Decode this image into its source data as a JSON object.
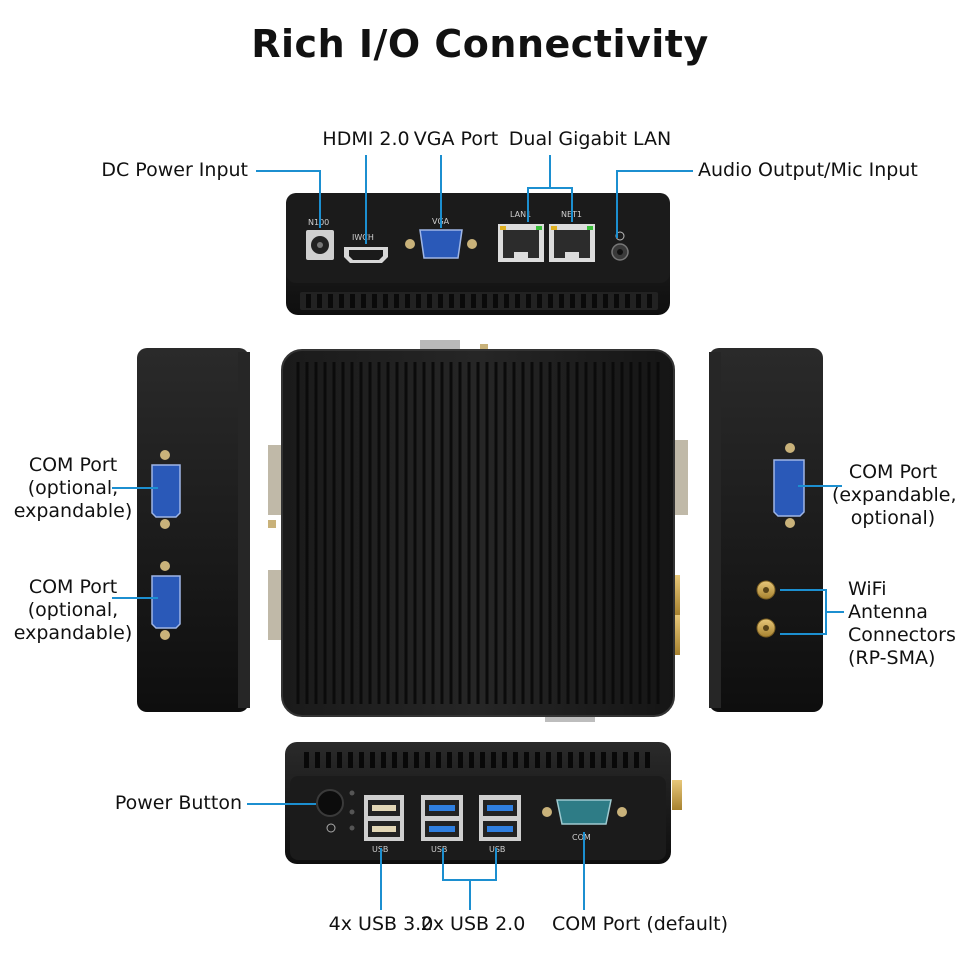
{
  "title": "Rich I/O Connectivity",
  "labels": {
    "dc_power": "DC Power Input",
    "hdmi": "HDMI 2.0",
    "vga": "VGA Port",
    "dual_lan": "Dual Gigabit LAN",
    "audio": "Audio Output/Mic Input",
    "com_left_top": [
      "COM Port",
      "(optional,",
      "expandable)"
    ],
    "com_left_bottom": [
      "COM Port",
      "(optional,",
      "expandable)"
    ],
    "com_right": [
      "COM Port",
      "(expandable,",
      "optional)"
    ],
    "wifi": [
      "WiFi",
      "Antenna",
      "Connectors",
      "(RP-SMA)"
    ],
    "power_button": "Power Button",
    "usb3": "4x USB 3.0",
    "usb2": "2x USB 2.0",
    "com_default": "COM Port (default)"
  },
  "panel_text": {
    "dc": "N100",
    "hdmi": "IWCH",
    "vga": "VGA",
    "lan1": "LAN1",
    "lan2": "NET1",
    "usb_a": "USB",
    "usb_b": "USB",
    "usb_c": "USB",
    "com": "COM"
  },
  "colors": {
    "leader": "#1c8fd0",
    "body": "#161616",
    "port_blue": "#2a59b8",
    "usb3_blue": "#2f7fe0"
  }
}
